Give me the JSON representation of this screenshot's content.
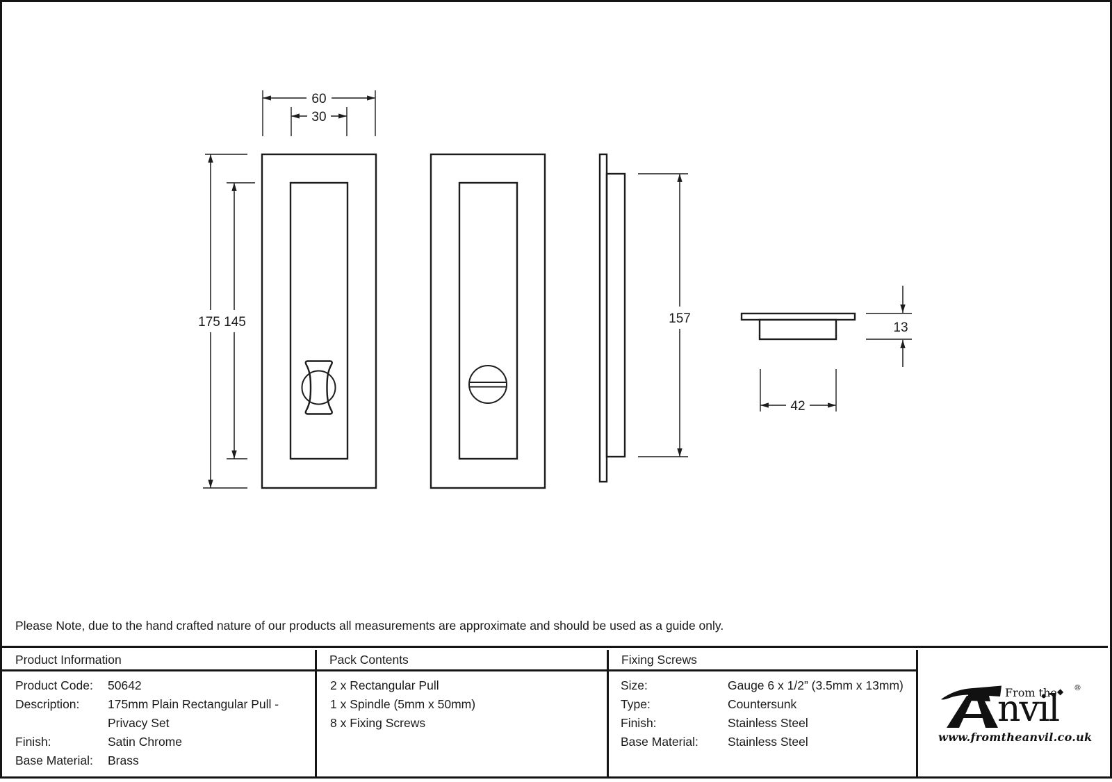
{
  "note": "Please Note, due to the hand crafted nature of our products all measurements are approximate and should be used as a guide only.",
  "dimensions": {
    "plate_width": "60",
    "recess_width": "30",
    "plate_height": "175",
    "recess_height": "145",
    "side_height": "157",
    "depth": "13",
    "cup_width": "42"
  },
  "product_information": {
    "title": "Product Information",
    "rows": [
      {
        "label": "Product Code:",
        "value": "50642"
      },
      {
        "label": "Description:",
        "value": "175mm Plain Rectangular Pull -"
      },
      {
        "label": "",
        "value": "Privacy Set"
      },
      {
        "label": "Finish:",
        "value": "Satin Chrome"
      },
      {
        "label": "Base Material:",
        "value": "Brass"
      }
    ]
  },
  "pack_contents": {
    "title": "Pack Contents",
    "items": [
      "2 x Rectangular Pull",
      "1 x Spindle (5mm x 50mm)",
      "8 x Fixing Screws"
    ]
  },
  "fixing_screws": {
    "title": "Fixing Screws",
    "rows": [
      {
        "label": "Size:",
        "value": "Gauge 6 x 1/2” (3.5mm x 13mm)"
      },
      {
        "label": "Type:",
        "value": "Countersunk"
      },
      {
        "label": "Finish:",
        "value": "Stainless Steel"
      },
      {
        "label": "Base Material:",
        "value": "Stainless Steel"
      }
    ]
  },
  "logo": {
    "from_the": "From the",
    "diamond": "◆",
    "name_rest": "nvil",
    "registered": "®",
    "url": "www.fromtheanvil.co.uk"
  }
}
